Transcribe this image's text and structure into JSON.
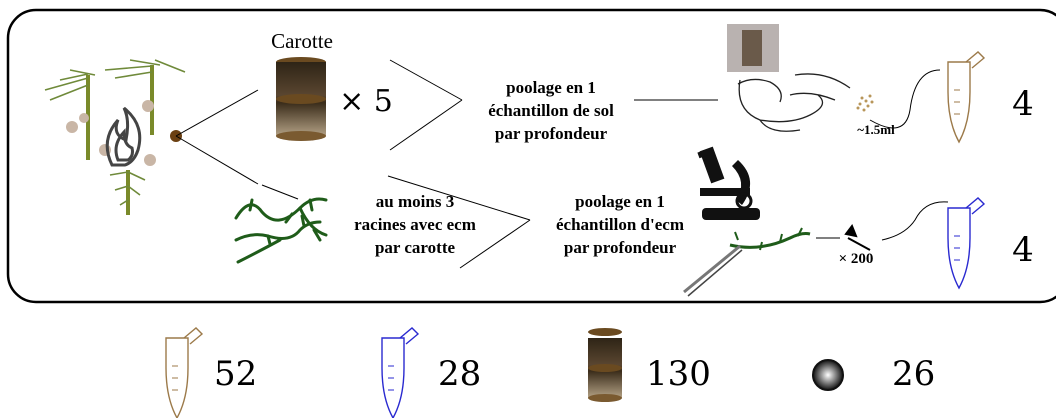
{
  "header": {
    "title_fragment": "(par regroupement de carotte par horizon)"
  },
  "top_row": {
    "core_label": "Carotte",
    "core_multiplier": "× 5",
    "soil_pooling": "poolage en 1\néchantillon de sol\npar profondeur",
    "volume": "~1.5ml",
    "soil_tubes": "4"
  },
  "bottom_row": {
    "roots_text": "au moins 3\nracines avec ecm\npar carotte",
    "ecm_pooling": "poolage en 1\néchantillon d'ecm\npar profondeur",
    "tips_multiplier": "× 200",
    "ecm_tubes": "4"
  },
  "totals": [
    {
      "icon": "brown-tube-icon",
      "value": "52"
    },
    {
      "icon": "blue-tube-icon",
      "value": "28"
    },
    {
      "icon": "soil-core-icon",
      "value": "130"
    },
    {
      "icon": "sample-dot-icon",
      "value": "26"
    }
  ],
  "colors": {
    "soil": "#9c7a4a",
    "ecm": "#2a2ad0",
    "root": "#1f5c1a",
    "core_dark": "#3d2e1c"
  }
}
